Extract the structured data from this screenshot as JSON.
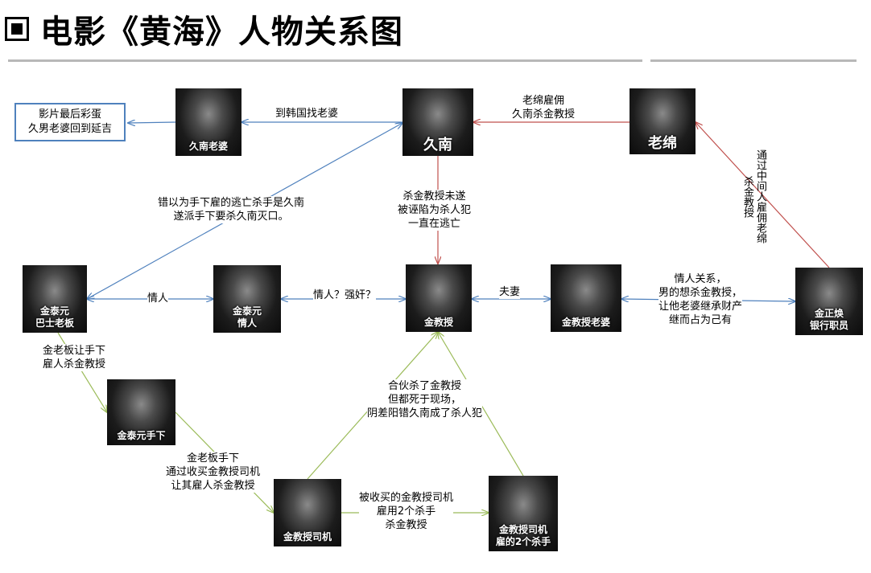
{
  "title": "电影《黄海》人物关系图",
  "note": {
    "line1": "影片最后彩蛋",
    "line2": "久男老婆回到延吉"
  },
  "nodes": {
    "jiunan_wife": "久南老婆",
    "jiunan": "久南",
    "mianshi": "老绵",
    "jintaiyuan_l1": "金泰元",
    "jintaiyuan_l2": "巴士老板",
    "lover_l1": "金泰元",
    "lover_l2": "情人",
    "professor": "金教授",
    "professor_wife": "金教授老婆",
    "bank_l1": "金正焕",
    "bank_l2": "银行职员",
    "henchman": "金泰元手下",
    "driver": "金教授司机",
    "killers_l1": "金教授司机",
    "killers_l2": "雇的2个杀手"
  },
  "labels": {
    "find_wife": "到韩国找老婆",
    "mianshi_hire": [
      "老绵雇佣",
      "久南杀金教授"
    ],
    "mistaken": [
      "错以为手下雇的逃亡杀手是久南",
      "遂派手下要杀久南灭口。"
    ],
    "failed": [
      "杀金教授未遂",
      "被诬陷为杀人犯",
      "一直在逃亡"
    ],
    "via_middleman": [
      "通过中间人雇佣老绵",
      "杀金教授"
    ],
    "lover": "情人",
    "lover_or_rape": "情人？强奸？",
    "couple": "夫妻",
    "affair": [
      "情人关系，",
      "男的想杀金教授，",
      "让他老婆继承财产",
      "继而占为己有"
    ],
    "boss_order": [
      "金老板让手下",
      "雇人杀金教授"
    ],
    "conspire": [
      "合伙杀了金教授",
      "但都死于现场，",
      "阴差阳错久南成了杀人犯"
    ],
    "henchman_buy": [
      "金老板手下",
      "通过收买金教授司机",
      "让其雇人杀金教授"
    ],
    "driver_hire": [
      "被收买的金教授司机",
      "雇用2个杀手",
      "杀金教授"
    ]
  },
  "colors": {
    "blue_line": "#4f81bd",
    "red_line": "#c0504d",
    "green_line": "#9bbb59",
    "box_border": "#4f81bd",
    "rule": "#b8b8b8"
  }
}
